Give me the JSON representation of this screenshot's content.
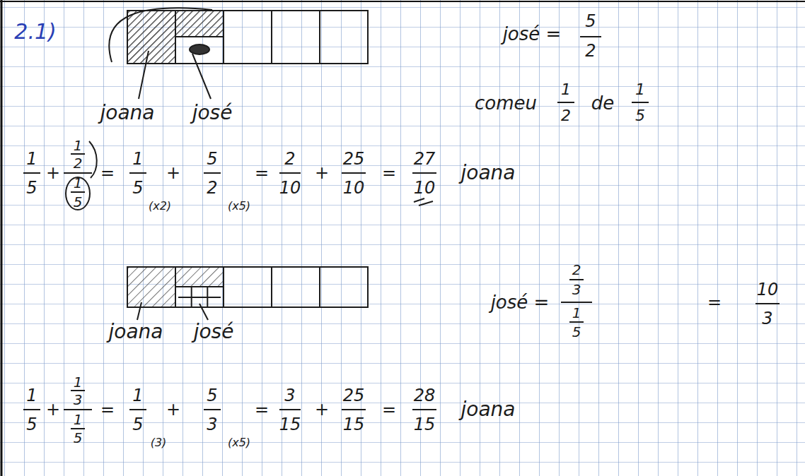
{
  "diagram": {
    "labels": [
      "2.1)",
      "joana",
      "josé",
      "josé =",
      "5",
      "2",
      "comeu",
      "1",
      "2",
      "de",
      "1",
      "5",
      "1",
      "5",
      "+",
      "1",
      "2",
      "1",
      "5",
      "=",
      "1",
      "5",
      "(x2)",
      "+",
      "5",
      "2",
      "(x5)",
      "=",
      "2",
      "10",
      "+",
      "25",
      "10",
      "=",
      "27",
      "10",
      "joana",
      "joana",
      "josé",
      "josé =",
      "2",
      "3",
      "1",
      "5",
      "=",
      "10",
      "3",
      "1",
      "5",
      "+",
      "1",
      "3",
      "1",
      "5",
      "=",
      "1",
      "5",
      "(3)",
      "+",
      "5",
      "3",
      "(x5)",
      "=",
      "3",
      "15",
      "+",
      "25",
      "15",
      "=",
      "28",
      "15",
      "joana"
    ]
  }
}
